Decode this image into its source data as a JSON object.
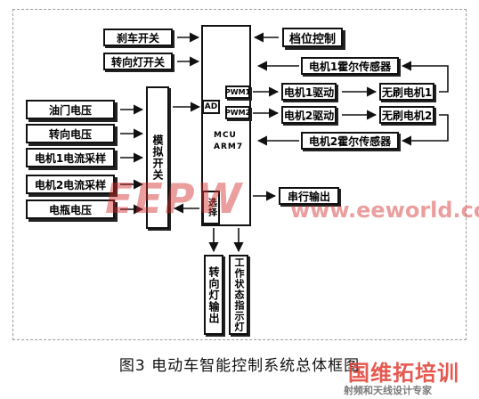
{
  "blocks": {
    "brake_switch": "刹车开关",
    "turn_light_switch": "转向灯开关",
    "throttle_voltage": "油门电压",
    "turn_voltage": "转向电压",
    "motor1_current": "电机1电流采样",
    "motor2_current": "电机2电流采样",
    "battery_voltage": "电瓶电压",
    "analog_switch": "模拟开关",
    "ad": "AD",
    "mcu_line1": "MCU",
    "mcu_line2": "ARM7",
    "select": "选择",
    "pwm1": "PWM1",
    "pwm2": "PWM2",
    "gear_control": "档位控制",
    "motor1_hall": "电机1霍尔传感器",
    "motor2_hall": "电机2霍尔传感器",
    "motor1_driver": "电机1驱动",
    "motor2_driver": "电机2驱动",
    "bldc1": "无刷电机1",
    "bldc2": "无刷电机2",
    "serial_output": "串行输出",
    "turn_light_output": "转向灯输出",
    "status_indicator": "工作状态指示灯"
  },
  "caption": "图3 电动车智能控制系统总体框图",
  "watermark": {
    "logo": "EEPW",
    "url": "www.eeworld.com.cn"
  },
  "corner": {
    "title": "国维拓培训",
    "subtitle": "射频和天线设计专家"
  },
  "colors": {
    "line": "#111111",
    "watermark": "#d22828",
    "corner_title": "#e03c32"
  }
}
